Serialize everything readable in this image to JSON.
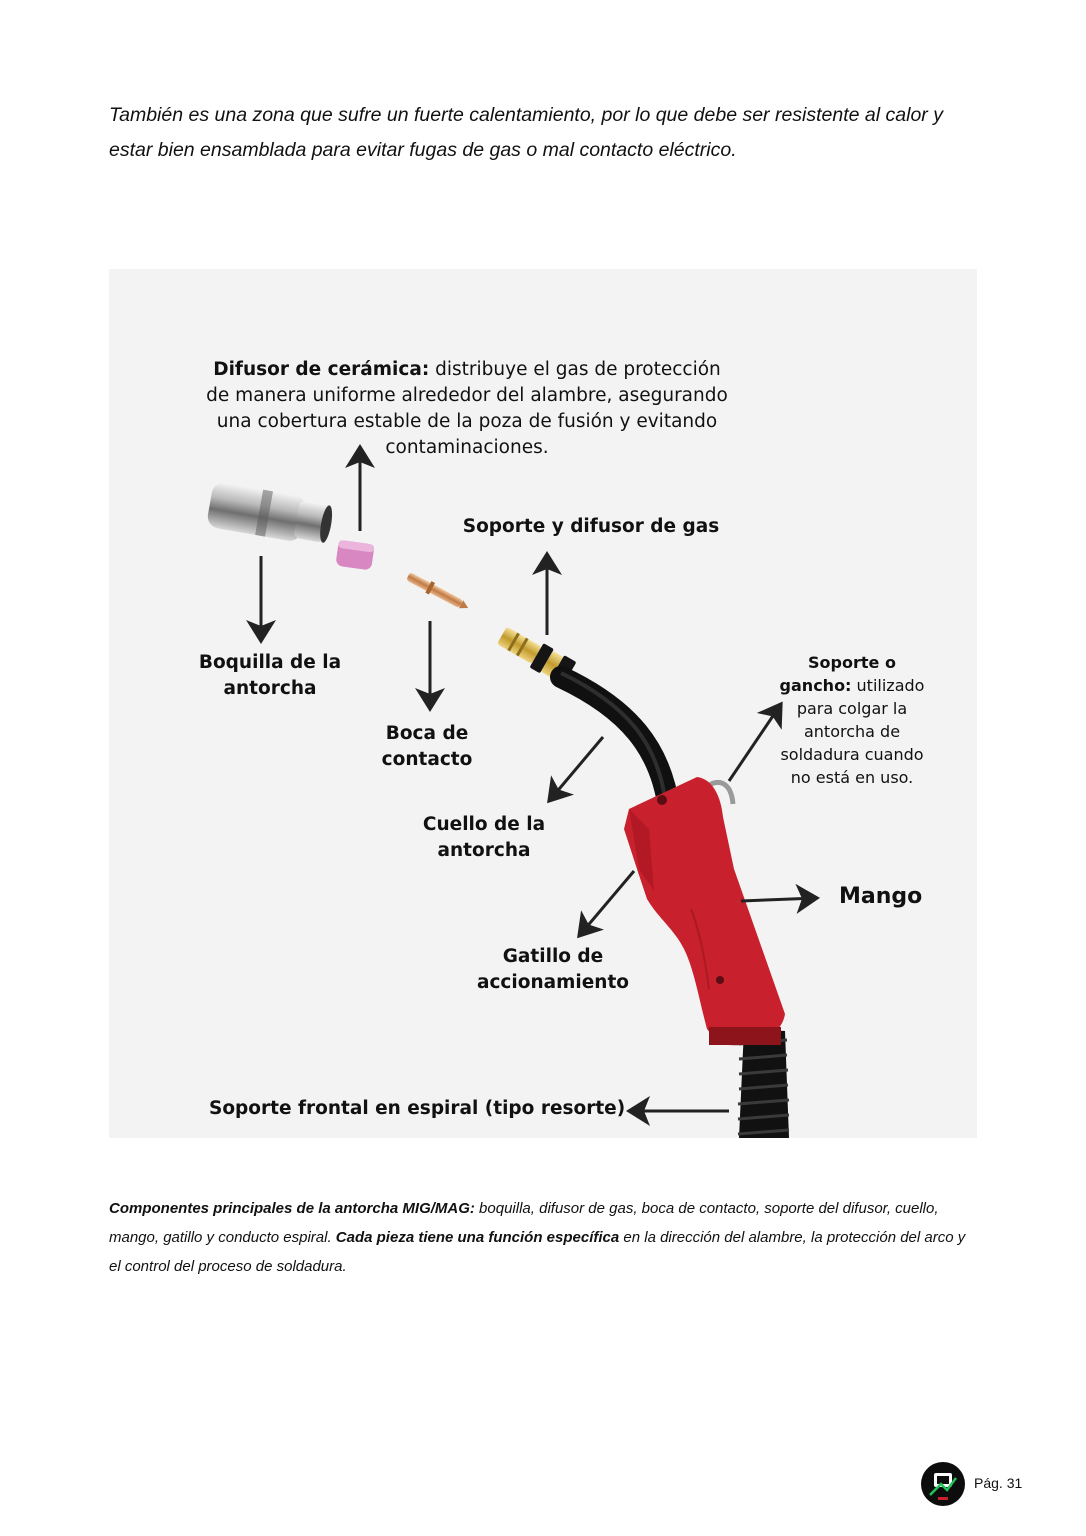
{
  "intro_text": "También es una zona que sufre un fuerte calentamiento, por lo que debe ser resistente al calor y estar bien ensamblada para evitar fugas de gas o mal contacto eléctrico.",
  "figure": {
    "difusor_ceramica": {
      "title": "Difusor de cerámica:",
      "text": " distribuye el gas de protección de manera uniforme alrededor del alambre, asegurando una cobertura estable de la poza de fusión y evitando contaminaciones."
    },
    "soporte_difusor": "Soporte y difusor de gas",
    "boquilla": "Boquilla de la antorcha",
    "boca_contacto": "Boca de contacto",
    "soporte_gancho": {
      "title": "Soporte o gancho:",
      "text": " utilizado para colgar la antorcha de soldadura cuando no está en uso."
    },
    "cuello": "Cuello de la antorcha",
    "mango": "Mango",
    "gatillo": "Gatillo de accionamiento",
    "soporte_frontal": "Soporte frontal en espiral (tipo resorte)"
  },
  "caption": {
    "bold1": "Componentes principales de la antorcha MIG/MAG:",
    "text1": " boquilla, difusor de gas, boca de contacto, soporte del difusor, cuello, mango, gatillo y conducto espiral. ",
    "bold2": "Cada pieza tiene una función específica",
    "text2": " en la dirección del alambre, la protección del arco y el control del proceso de soldadura."
  },
  "footer": {
    "page_label": "Pág. 31",
    "logo_icon": "school-logo-icon"
  },
  "colors": {
    "handle_red": "#c8202c",
    "accent_green": "#22c35a"
  }
}
